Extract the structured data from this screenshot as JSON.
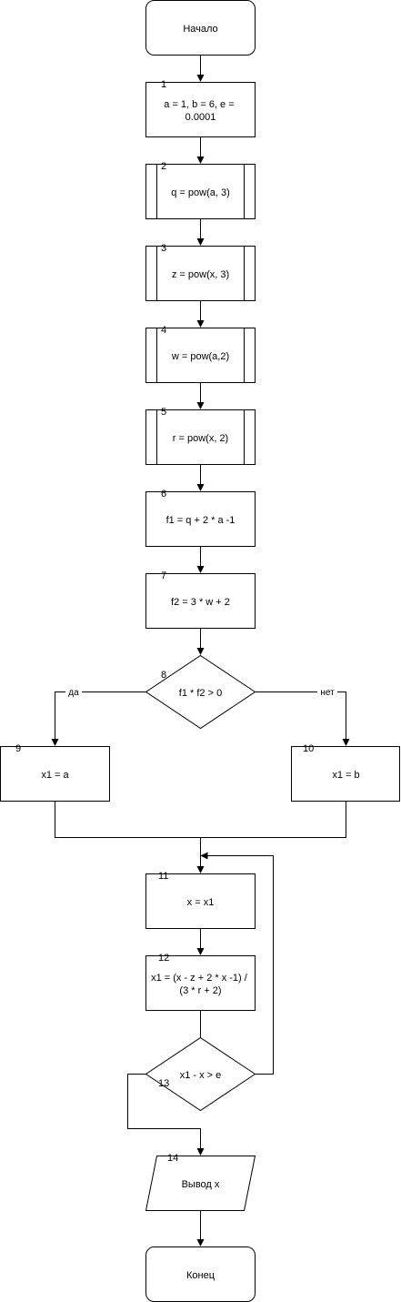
{
  "nodes": {
    "start": {
      "text": [
        "Начало"
      ]
    },
    "n1": {
      "num": "1",
      "text": [
        "a = 1, b = 6, e =",
        "0.0001"
      ]
    },
    "n2": {
      "num": "2",
      "text": [
        "q = pow(a, 3)"
      ]
    },
    "n3": {
      "num": "3",
      "text": [
        "z = pow(x, 3)"
      ]
    },
    "n4": {
      "num": "4",
      "text": [
        "w = pow(a,2)"
      ]
    },
    "n5": {
      "num": "5",
      "text": [
        "r = pow(x, 2)"
      ]
    },
    "n6": {
      "num": "6",
      "text": [
        "f1 = q + 2 * a -1"
      ]
    },
    "n7": {
      "num": "7",
      "text": [
        "f2 = 3 * w + 2"
      ]
    },
    "n8": {
      "num": "8",
      "text": [
        "f1 * f2 > 0"
      ]
    },
    "n9": {
      "num": "9",
      "text": [
        "x1 = a"
      ]
    },
    "n10": {
      "num": "10",
      "text": [
        "x1 = b"
      ]
    },
    "n11": {
      "num": "11",
      "text": [
        "x = x1"
      ]
    },
    "n12": {
      "num": "12",
      "text": [
        "x1 = (x - z + 2 * x -1) /",
        "(3 * r + 2)"
      ]
    },
    "n13": {
      "num": "13",
      "text": [
        "x1 - x > e"
      ]
    },
    "n14": {
      "num": "14",
      "text": [
        "Вывод x"
      ]
    },
    "end": {
      "text": [
        "Конец"
      ]
    }
  },
  "edge_labels": {
    "yes": "да",
    "no": "нет"
  }
}
